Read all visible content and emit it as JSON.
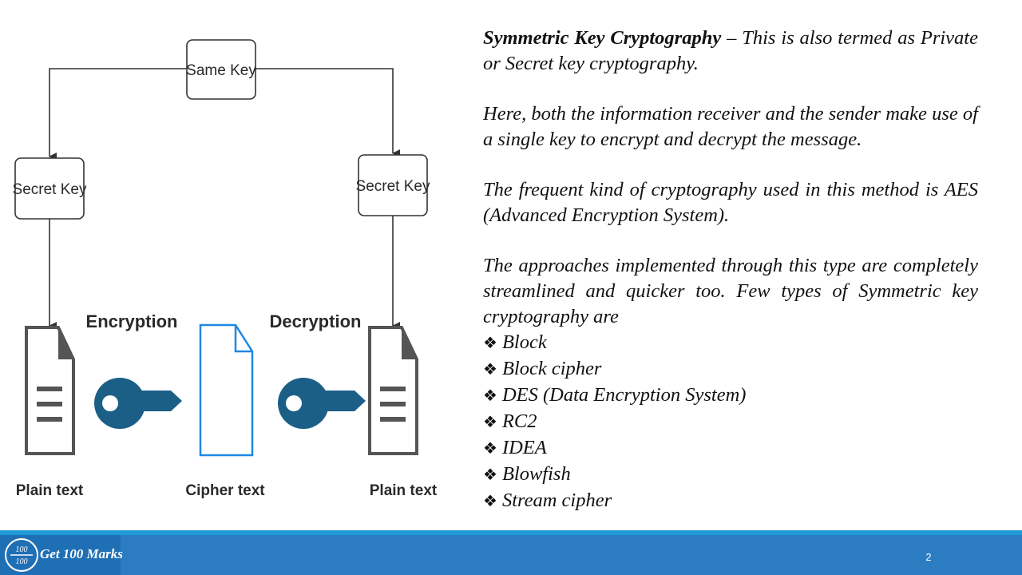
{
  "diagram": {
    "same_key_label": "Same Key",
    "secret_key_left_label": "Secret Key",
    "secret_key_right_label": "Secret Key",
    "encryption_label": "Encryption",
    "decryption_label": "Decryption",
    "plain_text_left_label": "Plain text",
    "cipher_text_label": "Cipher text",
    "plain_text_right_label": "Plain text",
    "icons": [
      "document-icon",
      "key-icon",
      "blank-document-icon",
      "key-icon",
      "document-icon"
    ],
    "colors": {
      "key": "#1b5f86",
      "cipher_doc": "#1e88e5",
      "plain_doc": "#555555"
    }
  },
  "content": {
    "intro_title": "Symmetric Key Cryptography",
    "intro_rest": " – This is also termed as Private or Secret key cryptography.",
    "para2": "Here, both the information receiver and the sender make use of a single key to encrypt and decrypt the message.",
    "para3": "The frequent kind of cryptography used in this method is AES (Advanced Encryption System).",
    "para4": "The approaches implemented through this type are completely streamlined and quicker too. Few types of Symmetric key cryptography are",
    "bullet_symbol": "❖",
    "types": [
      "Block",
      "Block cipher",
      "DES (Data Encryption System)",
      "RC2",
      "IDEA",
      "Blowfish",
      "Stream cipher"
    ]
  },
  "footer": {
    "logo_badge_top": "100",
    "logo_badge_bottom": "100",
    "logo_text": "Get 100 Marks",
    "page_number": "2",
    "colors": {
      "bar": "#2b7cc1",
      "accent_strip": "#1f9ad6",
      "logo_block": "#1f6fb5"
    }
  }
}
